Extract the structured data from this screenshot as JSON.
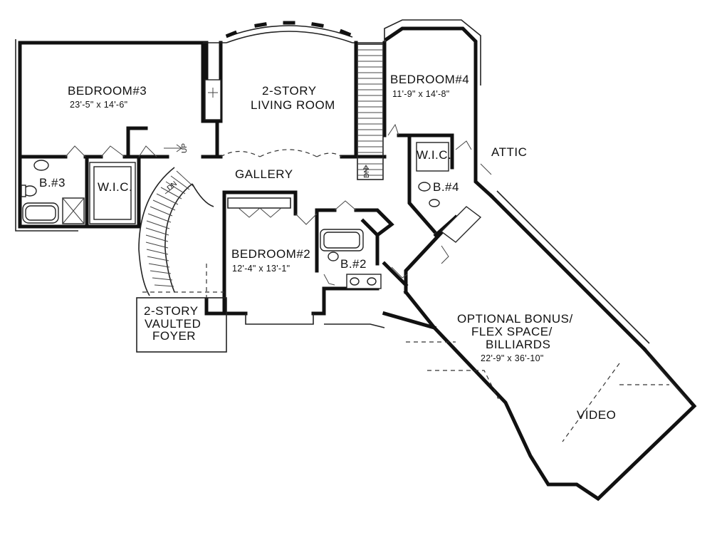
{
  "rooms": {
    "bedroom3": {
      "name": "BEDROOM#3",
      "dims": "23'-5\" x 14'-6\""
    },
    "living": {
      "line1": "2-STORY",
      "line2": "LIVING ROOM"
    },
    "bedroom4": {
      "name": "BEDROOM#4",
      "dims": "11'-9\" x 14'-8\""
    },
    "wic4": "W.I.C.",
    "attic": "ATTIC",
    "gallery": "GALLERY",
    "bath3": "B.#3",
    "wic3": "W.I.C.",
    "bath4": "B.#4",
    "bedroom2": {
      "name": "BEDROOM#2",
      "dims": "12'-4\" x 13'-1\""
    },
    "bath2": "B.#2",
    "foyer": {
      "line1": "2-STORY",
      "line2": "VAULTED",
      "line3": "FOYER"
    },
    "bonus": {
      "line1": "OPTIONAL BONUS/",
      "line2": "FLEX SPACE/",
      "line3": "BILLIARDS",
      "dims": "22'-9\" x 36'-10\""
    },
    "video": "VIDEO"
  },
  "stairs": {
    "up": "UP",
    "dn1": "DN",
    "dn2": "DN"
  }
}
